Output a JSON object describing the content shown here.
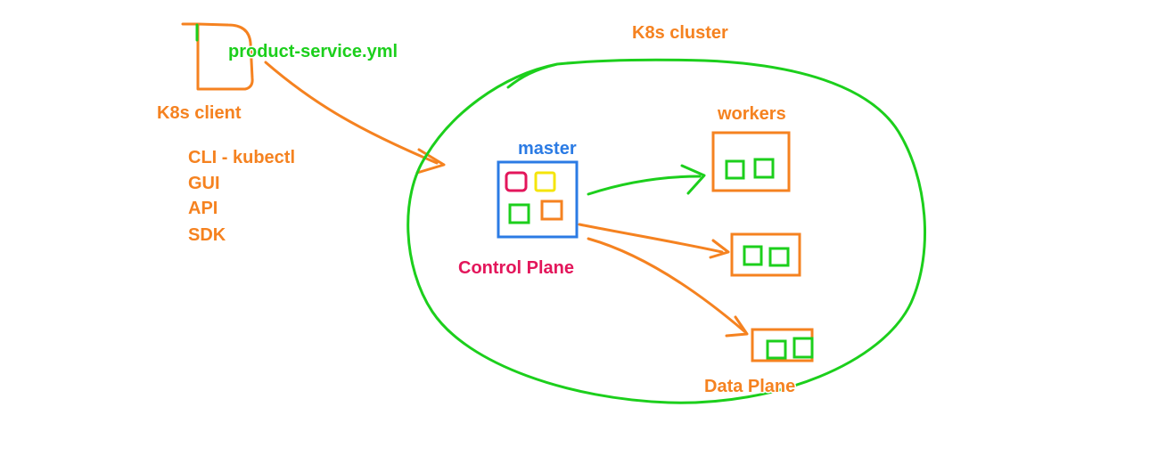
{
  "colors": {
    "orange": "#f58220",
    "green": "#1ccf1c",
    "blue": "#2b7be4",
    "pink": "#e3165b",
    "yellow": "#f5e50a",
    "text_outline": "#ffffff"
  },
  "client": {
    "file_label": "product-service.yml",
    "title": "K8s client",
    "tools": [
      "CLI - kubectl",
      "GUI",
      "API",
      "SDK"
    ]
  },
  "cluster": {
    "title": "K8s cluster",
    "master_label": "master",
    "control_plane_label": "Control Plane",
    "workers_label": "workers",
    "data_plane_label": "Data Plane"
  }
}
